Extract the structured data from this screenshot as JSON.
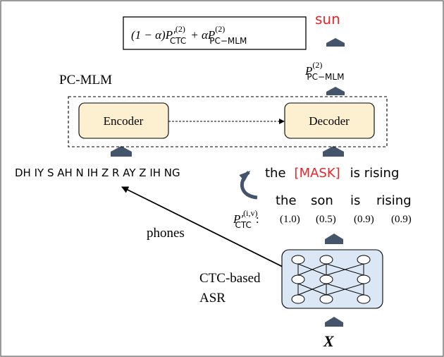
{
  "formula": {
    "p1": "(1 − α)",
    "P": "P",
    "prime": "′",
    "sup1": "(2)",
    "sub1": "CTC",
    "plus": "+ α",
    "P2": "P",
    "sup2": "(2)",
    "sub2": "PC−MLM"
  },
  "output_word": "sun",
  "pc_mlm_prob": {
    "P": "P",
    "sup": "(2)",
    "sub": "PC−MLM"
  },
  "pc_mlm_label": "PC-MLM",
  "encoder_label": "Encoder",
  "decoder_label": "Decoder",
  "phoneme_sequence": "DH IY S AH N IH Z R AY Z IH NG",
  "masked_sentence": {
    "w1": "the",
    "mask": "[MASK]",
    "w2": "is rising"
  },
  "asr_sentence": {
    "w1": "the",
    "w2": "son",
    "w3": "is",
    "w4": "rising"
  },
  "ctc_prob": {
    "P": "P",
    "prime": "′",
    "sup": "(i,v)",
    "sub": "CTC",
    "colon": ":",
    "values": [
      "(1.0)",
      "(0.5)",
      "(0.9)",
      "(0.9)"
    ]
  },
  "phones_label": "phones",
  "asr_label": {
    "line1": "CTC-based",
    "line2": "ASR"
  },
  "input_label": "X",
  "colors": {
    "accent_red": "#e8262a",
    "arrow_navy": "#44546a",
    "block_fill": "#fdf0d0",
    "asr_fill": "#dbe7f5"
  }
}
